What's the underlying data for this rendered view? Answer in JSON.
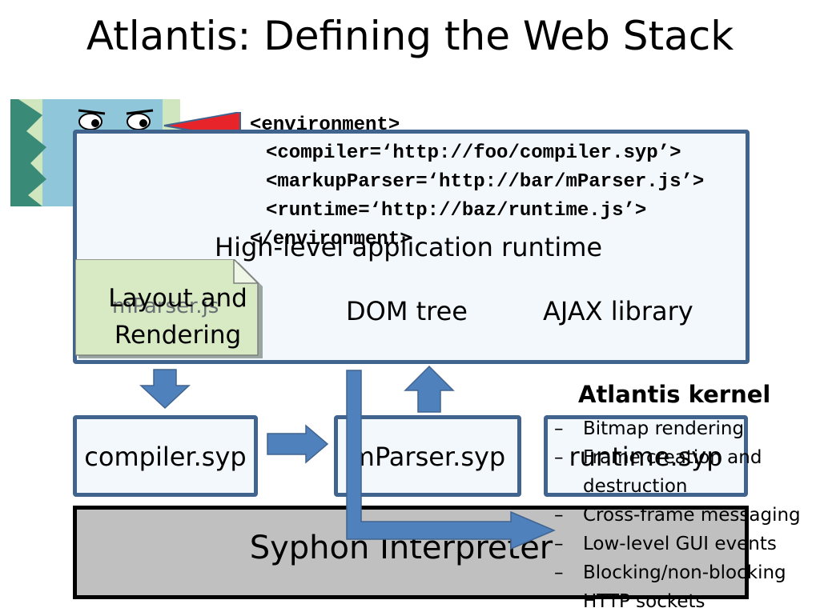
{
  "slide": {
    "title": "Atlantis: Defining the Web Stack"
  },
  "environment_code": {
    "open_tag": "<environment>",
    "compiler": "<compiler=‘http://foo/compiler.syp’>",
    "markup_parser": "<markupParser=‘http://bar/mParser.js’>",
    "runtime": "<runtime=‘http://baz/runtime.js’>",
    "close_tag": "</environment>"
  },
  "runtime_box": {
    "label": "High-level application runtime",
    "mparser_label": "mParser.js",
    "layout_label": "Layout and Rendering",
    "dom_label": "DOM tree",
    "ajax_label": "AJAX library"
  },
  "middle_row": {
    "compiler": "compiler.syp",
    "mparser": "mParser.syp",
    "runtime": "runtime.syp"
  },
  "interpreter": {
    "label": "Syphon Interpreter"
  },
  "kernel": {
    "heading": "Atlantis kernel",
    "bullet": "–",
    "items": [
      "Bitmap rendering",
      "Frame creation and",
      "destruction",
      "Cross-frame messaging",
      "Low-level GUI events",
      "Blocking/non-blocking",
      "HTTP sockets"
    ]
  },
  "colors": {
    "box_border": "#41648f",
    "box_fill": "#f3f8fd",
    "arrow": "#4f81bd",
    "red_arrow": "#e8242b",
    "note_fill": "#d7eac3",
    "interpreter_fill": "#c0c0c0"
  }
}
